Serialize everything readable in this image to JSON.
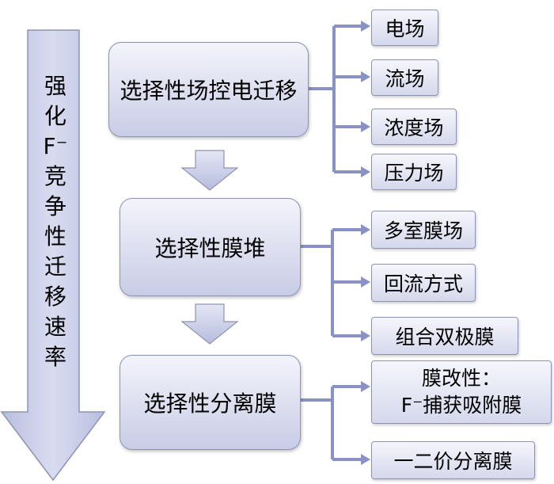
{
  "side_label": [
    "强",
    "化",
    "F⁻",
    "竞",
    "争",
    "性",
    "迁",
    "移",
    "速",
    "率"
  ],
  "main_nodes": [
    "选择性场控电迁移",
    "选择性膜堆",
    "选择性分离膜"
  ],
  "group1_leaves": [
    "电场",
    "流场",
    "浓度场",
    "压力场"
  ],
  "group2_leaves": [
    "多室膜场",
    "回流方式",
    "组合双极膜"
  ],
  "group3_leaves": {
    "modified_line1": "膜改性：",
    "modified_line2": "F⁻捕获吸附膜",
    "monovalent": "一二价分离膜"
  },
  "colors": {
    "box_fill_top": "#f3f4fb",
    "box_fill_bottom": "#c9cce6",
    "connector": "#8a91c4",
    "arrow_fill": "#c4c8e6"
  }
}
